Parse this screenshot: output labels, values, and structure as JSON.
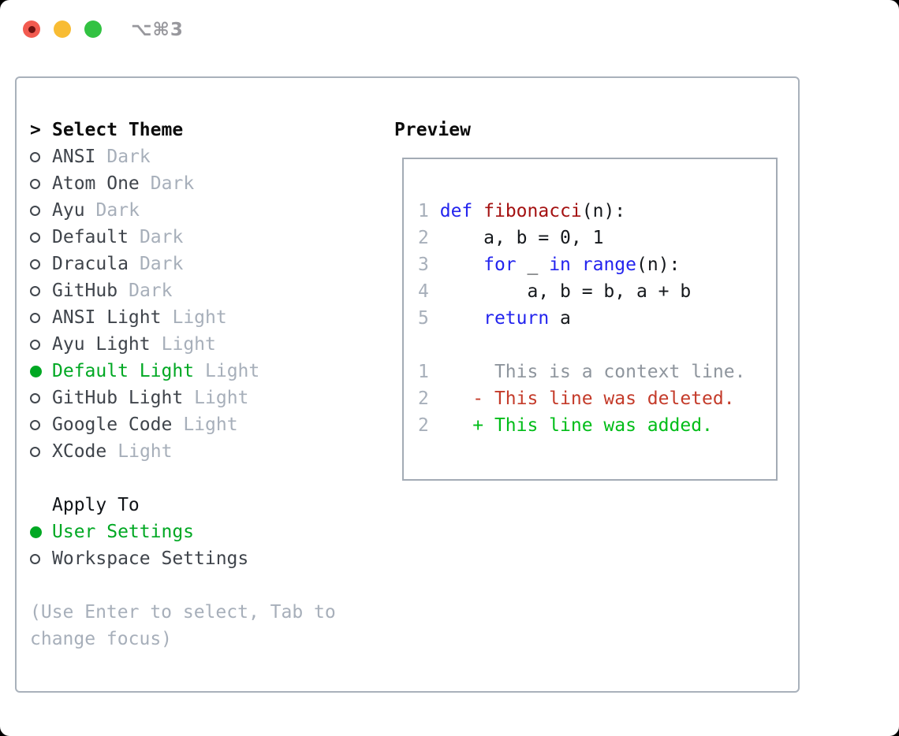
{
  "titlebar": {
    "title": "⌥⌘3"
  },
  "theme_list": {
    "prompt": ">",
    "header": "Select Theme",
    "items": [
      {
        "name": "ANSI",
        "variant": "Dark",
        "selected": false
      },
      {
        "name": "Atom One",
        "variant": "Dark",
        "selected": false
      },
      {
        "name": "Ayu",
        "variant": "Dark",
        "selected": false
      },
      {
        "name": "Default",
        "variant": "Dark",
        "selected": false
      },
      {
        "name": "Dracula",
        "variant": "Dark",
        "selected": false
      },
      {
        "name": "GitHub",
        "variant": "Dark",
        "selected": false
      },
      {
        "name": "ANSI Light",
        "variant": "Light",
        "selected": false
      },
      {
        "name": "Ayu Light",
        "variant": "Light",
        "selected": false
      },
      {
        "name": "Default Light",
        "variant": "Light",
        "selected": true
      },
      {
        "name": "GitHub Light",
        "variant": "Light",
        "selected": false
      },
      {
        "name": "Google Code",
        "variant": "Light",
        "selected": false
      },
      {
        "name": "XCode",
        "variant": "Light",
        "selected": false
      }
    ]
  },
  "apply_to": {
    "header": "Apply To",
    "options": [
      {
        "name": "User Settings",
        "selected": true
      },
      {
        "name": "Workspace Settings",
        "selected": false
      }
    ]
  },
  "help": {
    "line1": "(Use Enter to select, Tab to",
    "line2": "change focus)"
  },
  "preview": {
    "title": "Preview",
    "lines": [
      {
        "num": "1",
        "tokens": [
          {
            "t": " ",
            "c": "pl"
          },
          {
            "t": "def",
            "c": "kw"
          },
          {
            "t": " ",
            "c": "pl"
          },
          {
            "t": "fibonacci",
            "c": "fn"
          },
          {
            "t": "(n):",
            "c": "pl"
          }
        ]
      },
      {
        "num": "2",
        "tokens": [
          {
            "t": "     a, b = 0, 1",
            "c": "pl"
          }
        ]
      },
      {
        "num": "3",
        "tokens": [
          {
            "t": "     ",
            "c": "pl"
          },
          {
            "t": "for",
            "c": "kw"
          },
          {
            "t": " _ ",
            "c": "pl"
          },
          {
            "t": "in",
            "c": "kw"
          },
          {
            "t": " ",
            "c": "pl"
          },
          {
            "t": "range",
            "c": "kw"
          },
          {
            "t": "(n):",
            "c": "pl"
          }
        ]
      },
      {
        "num": "4",
        "tokens": [
          {
            "t": "         a, b = b, a + b",
            "c": "pl"
          }
        ]
      },
      {
        "num": "5",
        "tokens": [
          {
            "t": "     ",
            "c": "pl"
          },
          {
            "t": "return",
            "c": "kw"
          },
          {
            "t": " a",
            "c": "pl"
          }
        ]
      },
      {
        "num": "1",
        "tokens": [
          {
            "t": "      This is a context line.",
            "c": "ctx"
          }
        ]
      },
      {
        "num": "2",
        "tokens": [
          {
            "t": "    - This line was deleted.",
            "c": "del"
          }
        ]
      },
      {
        "num": "2",
        "tokens": [
          {
            "t": "    + This line was added.",
            "c": "add"
          }
        ]
      }
    ]
  },
  "colors": {
    "selection_green": "#00a823",
    "diff_added_green": "#00bd18",
    "diff_deleted_red": "#c43b2a",
    "keyword_blue": "#2324ee",
    "function_red": "#a41111",
    "muted_gray": "#a7afba",
    "panel_border": "#a9b1bb",
    "traffic_red": "#f25b50",
    "traffic_yellow": "#f8bc33",
    "traffic_green": "#32c242"
  }
}
